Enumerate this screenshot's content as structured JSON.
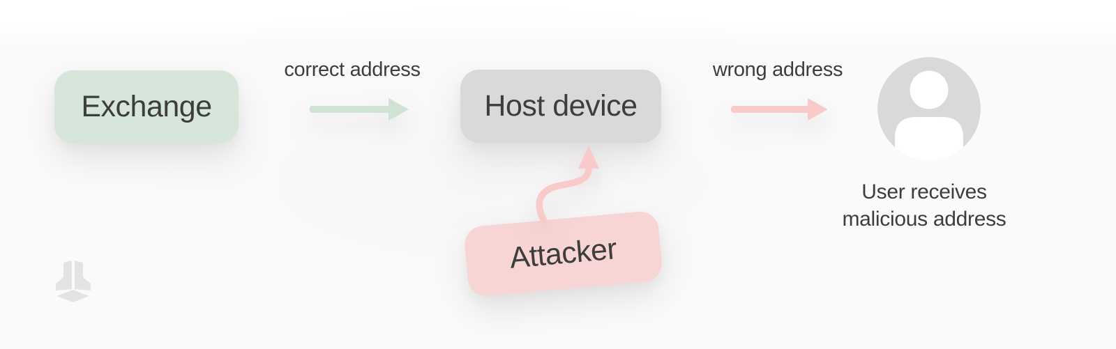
{
  "diagram": {
    "nodes": {
      "exchange": {
        "label": "Exchange"
      },
      "host_device": {
        "label": "Host device"
      },
      "attacker": {
        "label": "Attacker"
      }
    },
    "flows": {
      "correct": {
        "label": "correct address",
        "direction": "exchange-to-host"
      },
      "wrong": {
        "label": "wrong address",
        "direction": "host-to-user"
      },
      "attack": {
        "direction": "attacker-to-host"
      }
    },
    "user": {
      "caption_line1": "User receives",
      "caption_line2": "malicious address",
      "icon": "user-avatar-icon"
    },
    "logo_icon": "cube-logo-icon"
  },
  "colors": {
    "exchange": "#d7e6db",
    "host": "#d9d9d9",
    "attacker": "#f7d5d4",
    "green_arrow": "#cfe2d3",
    "pink_arrow": "#f8cbca",
    "avatar": "#d9d9d9",
    "logo": "#e3e3e3",
    "text": "#3d3d3d"
  }
}
